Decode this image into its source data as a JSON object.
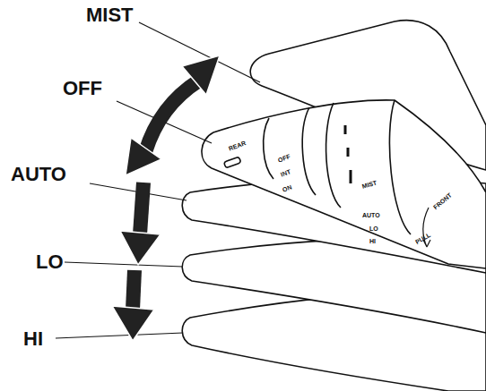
{
  "diagram": {
    "labels": [
      "MIST",
      "OFF",
      "AUTO",
      "LO",
      "HI",
      "REAR",
      "OFF",
      "INT",
      "ON",
      "MIST",
      "AUTO",
      "LO",
      "HI",
      "FRONT",
      "PULL"
    ]
  }
}
